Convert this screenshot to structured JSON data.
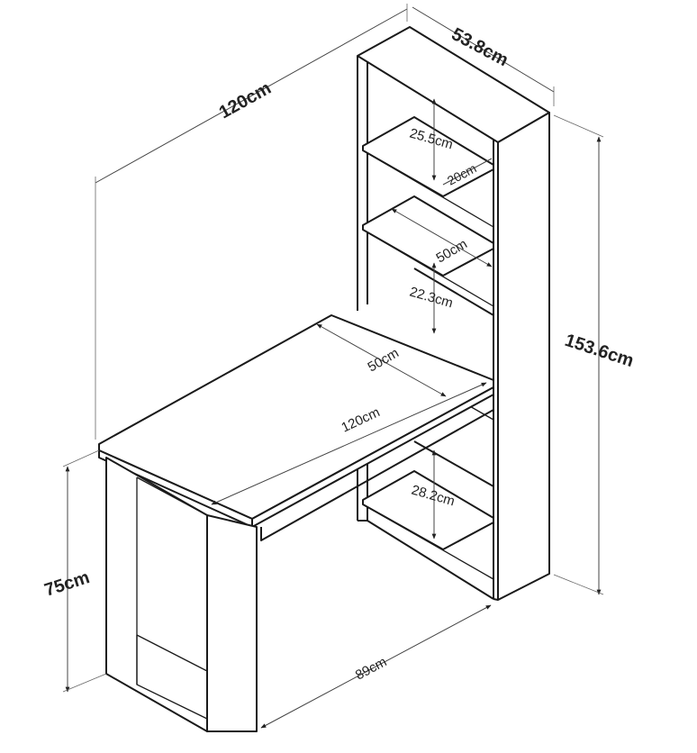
{
  "dimensions": {
    "total_width": "120cm",
    "bookcase_depth": "53.8cm",
    "total_height": "153.6cm",
    "desk_height": "75cm",
    "desk_depth": "50cm",
    "desk_length": "120cm",
    "leg_span": "89cm",
    "shelf_gap_top": "25.5cm",
    "shelf_depth": "20cm",
    "shelf_width": "50cm",
    "shelf_gap_middle": "22.3cm",
    "shelf_gap_bottom": "28.2cm"
  },
  "colors": {
    "line": "#1a1a1a",
    "background": "#ffffff"
  }
}
